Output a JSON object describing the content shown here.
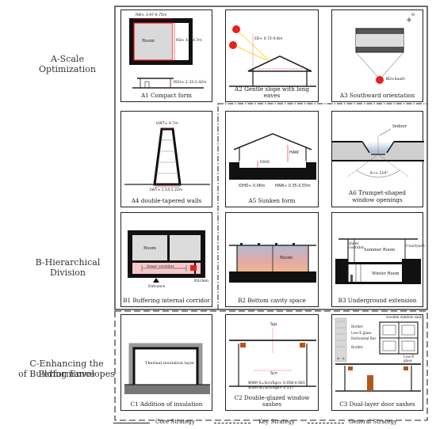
{
  "sections": {
    "a": "A-Scale Optimization",
    "b": "B-Hierarchical Division",
    "c1": "C-Enhancing the Performance",
    "c2": "of Building Envelopes"
  },
  "panels": {
    "a1": {
      "caption": "A1 Compact form",
      "room": "Room",
      "rw": "RW≈ 3.97-6.75m",
      "rd": "RD≈ 4.5-4.7m",
      "rch": "RCH≈ 2.33-2.42m"
    },
    "a2": {
      "caption": "A2 Gentle slope with long eaves",
      "ed": "ED≈ 0.72-0.8m"
    },
    "a3": {
      "caption": "A3 Southward orientation",
      "bo": "BO≈South",
      "north": "N"
    },
    "a4": {
      "caption": "A4 double-tapered walls",
      "uwt": "UWT≈ 0.7m",
      "lwt": "LWT≈ 1.14-1.22m"
    },
    "a5": {
      "caption": "A5 Sunken form",
      "haw_lbl": "HAW",
      "iohd_lbl": "IOHD",
      "iohd": "IOHD≈ 0.06m",
      "haw": "HAW≈ 0.35-0.55m"
    },
    "a6": {
      "caption1": "A6 Trumpet-shaped",
      "caption2": "window openings",
      "indoor": "Indoor",
      "angle": "θ r≈ 110°"
    },
    "b1": {
      "caption": "B1 Buffering internal corridor",
      "room": "Room",
      "corridor": "Inner corridor",
      "kitchen": "Kitchen",
      "entrance": "Entrance"
    },
    "b2": {
      "caption": "B2 Bottom cavity space",
      "room": "Room"
    },
    "b3": {
      "caption": "B3 Underground extension",
      "inner": "Inner",
      "corridor": "corridor",
      "summer": "Summer Room",
      "courtyard": "Courtyard",
      "winter": "Winter Room"
    },
    "c1": {
      "caption": "C1 Addition of insulation",
      "layer": "Thermal insulation layer"
    },
    "c2": {
      "caption": "C2 Double-glazed window sashes",
      "sgs": "Sgs",
      "scn": "Scn",
      "wwr_s": "WWR-S=Scn/Sgs≈ 0.058-0.081",
      "wwr_n": "WWR-N=Scn/Sgs≈ 0.017"
    },
    "c3": {
      "caption": "C3 Dual-layer door sashes",
      "sash": "wooden window sash",
      "border1": "Border",
      "lowe1": "Low-E glass",
      "hbar": "Horizontal Bar",
      "border2": "Border",
      "lowe2": "Low-E glass",
      "aa": "A - A"
    }
  },
  "legend": {
    "core": "Core Strategy",
    "key": "Key Strategy",
    "general": "General Strategy"
  }
}
